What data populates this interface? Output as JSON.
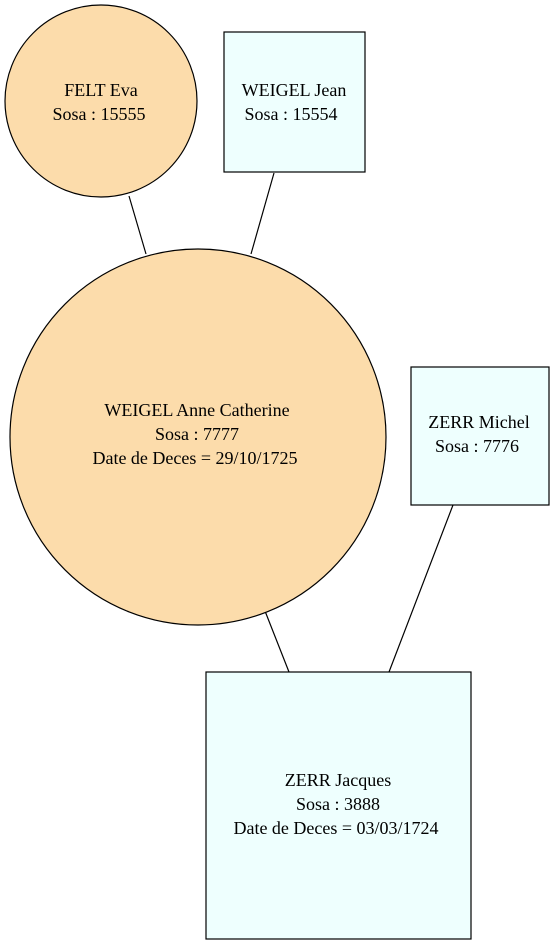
{
  "colors": {
    "female_fill": "#fcdcab",
    "male_fill": "#eefffe",
    "stroke": "#000000",
    "edge": "#000000"
  },
  "persons": {
    "felt_eva": {
      "shape": "circle",
      "sex": "female",
      "name": "FELT Eva",
      "sosa": "Sosa : 15555"
    },
    "weigel_jean": {
      "shape": "box",
      "sex": "male",
      "name": "WEIGEL Jean",
      "sosa": "Sosa : 15554"
    },
    "weigel_anne_catherine": {
      "shape": "circle",
      "sex": "female",
      "name": "WEIGEL Anne Catherine",
      "sosa": "Sosa : 7777",
      "death": "Date de Deces = 29/10/1725"
    },
    "zerr_michel": {
      "shape": "box",
      "sex": "male",
      "name": "ZERR Michel",
      "sosa": "Sosa : 7776"
    },
    "zerr_jacques": {
      "shape": "box",
      "sex": "male",
      "name": "ZERR Jacques",
      "sosa": "Sosa : 3888",
      "death": "Date de Deces = 03/03/1724"
    }
  },
  "edges": [
    {
      "from": "felt_eva",
      "to": "weigel_anne_catherine"
    },
    {
      "from": "weigel_jean",
      "to": "weigel_anne_catherine"
    },
    {
      "from": "weigel_anne_catherine",
      "to": "zerr_jacques"
    },
    {
      "from": "zerr_michel",
      "to": "zerr_jacques"
    }
  ]
}
